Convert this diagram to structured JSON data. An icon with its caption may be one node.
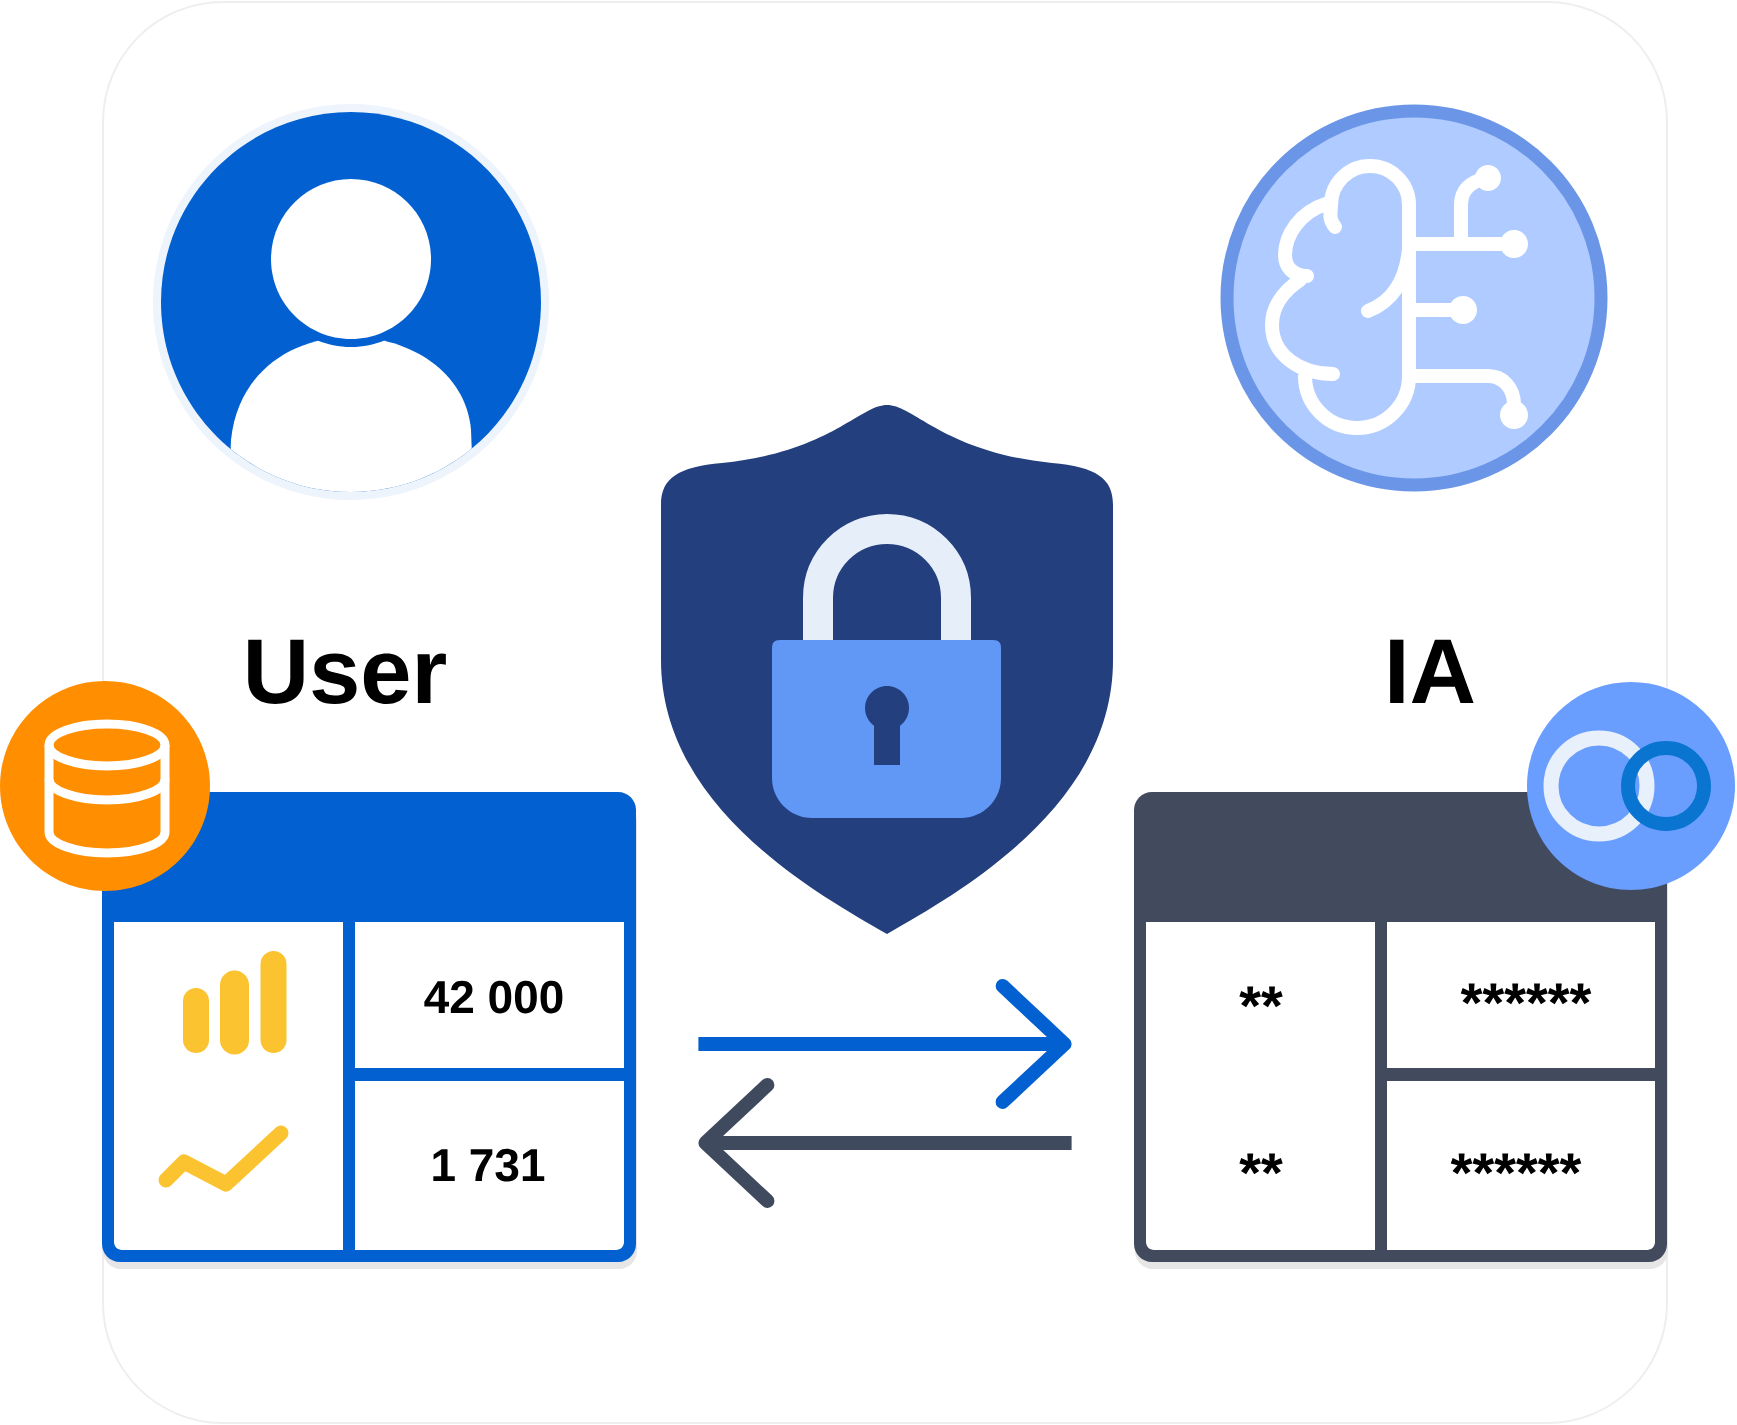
{
  "diagram": {
    "nodes": [
      {
        "text": [
          "User"
        ]
      },
      {
        "text": [
          "IA"
        ]
      }
    ],
    "edges": [
      {
        "from": 0,
        "to": 1,
        "arrow": "to",
        "color": "#0360d0"
      },
      {
        "from": 1,
        "to": 0,
        "arrow": "to",
        "color": "#404a5e"
      }
    ],
    "labels": [
      "42 000",
      "1 731",
      "**",
      "******",
      "**",
      "******"
    ]
  }
}
